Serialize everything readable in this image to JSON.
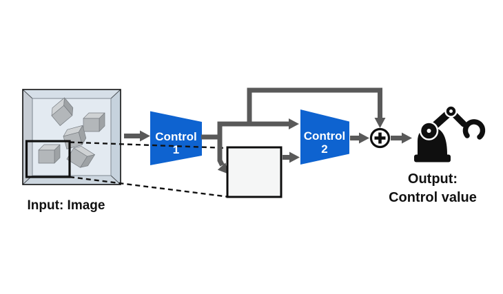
{
  "labels": {
    "input": "Input: Image",
    "output_line1": "Output:",
    "output_line2": "Control value"
  },
  "blocks": {
    "control1": {
      "line1": "Control",
      "line2": "1"
    },
    "control2": {
      "line1": "Control",
      "line2": "2"
    }
  },
  "sum": {
    "operator": "+"
  },
  "icons": {
    "sum": "plus-in-circle-icon",
    "output": "robot-arm-icon"
  },
  "colors": {
    "block_blue": "#0e63d0",
    "wire_gray": "#595959",
    "ink": "#111111",
    "icon_black": "#0f0f0f",
    "bin_wall_top": "#d6dfe8",
    "bin_wall_left": "#c7cdd4",
    "bin_wall_right": "#c6d2dd",
    "bin_wall_bottom": "#ccd6df",
    "bin_floor": "#e3eaf1",
    "cube_top": "#cfd2d4",
    "cube_front": "#b3b7ba",
    "cube_side": "#9ea2a5",
    "crop_bg": "#f5f6f6",
    "crop_wall": "#c7c9cb"
  }
}
